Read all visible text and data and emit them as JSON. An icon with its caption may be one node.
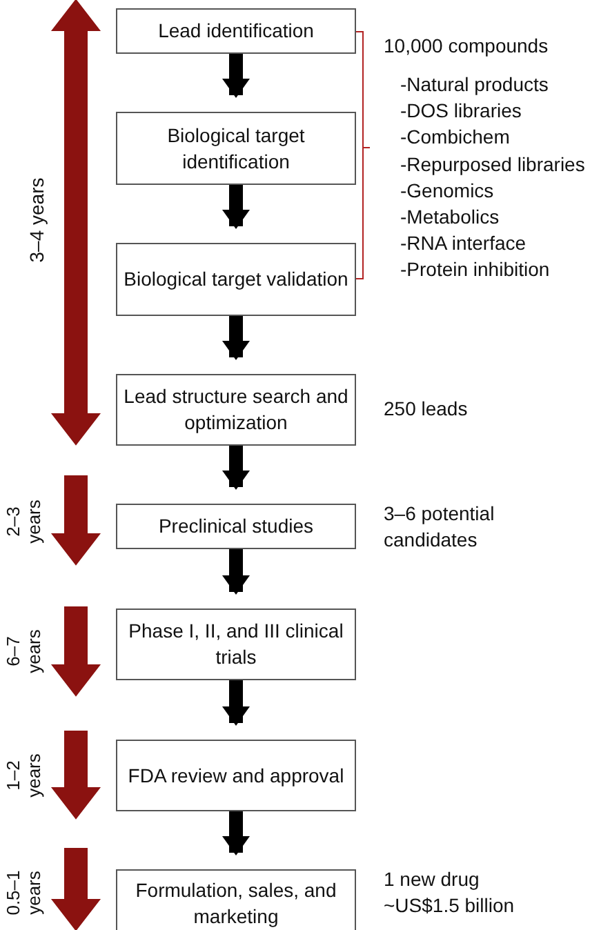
{
  "diagram": {
    "nodes": [
      {
        "text": [
          "Lead identification"
        ]
      },
      {
        "text": [
          "Biological target identification"
        ]
      },
      {
        "text": [
          "Biological target validation"
        ]
      },
      {
        "text": [
          "Lead structure search and optimization"
        ],
        "beside": [
          "250 leads"
        ]
      },
      {
        "text": [
          "Preclinical studies"
        ],
        "beside": [
          "3–6 potential candidates"
        ]
      },
      {
        "text": [
          "Phase I, II, and III clinical trials"
        ]
      },
      {
        "text": [
          "FDA review and approval"
        ]
      },
      {
        "text": [
          "Formulation, sales, and marketing"
        ],
        "beside": [
          "1 new drug",
          "~US$1.5 billion"
        ]
      }
    ],
    "edges": [
      {
        "from": 0,
        "to": 1,
        "arrow": "to"
      },
      {
        "from": 1,
        "to": 2,
        "arrow": "to"
      },
      {
        "from": 2,
        "to": 3,
        "arrow": "to"
      },
      {
        "from": 3,
        "to": 4,
        "arrow": "to"
      },
      {
        "from": 4,
        "to": 5,
        "arrow": "to"
      },
      {
        "from": 5,
        "to": 6,
        "arrow": "to"
      },
      {
        "from": 6,
        "to": 7,
        "arrow": "to"
      }
    ],
    "labels": [
      "3–4 years",
      "10,000 compounds",
      "-Natural products",
      "-DOS libraries",
      "-Combichem",
      "-Repurposed libraries",
      "-Genomics",
      "-Metabolics",
      "-RNA interface",
      "-Protein inhibition",
      "2–3 years",
      "6–7 years",
      "1–2 years",
      "0.5–1 years"
    ]
  }
}
